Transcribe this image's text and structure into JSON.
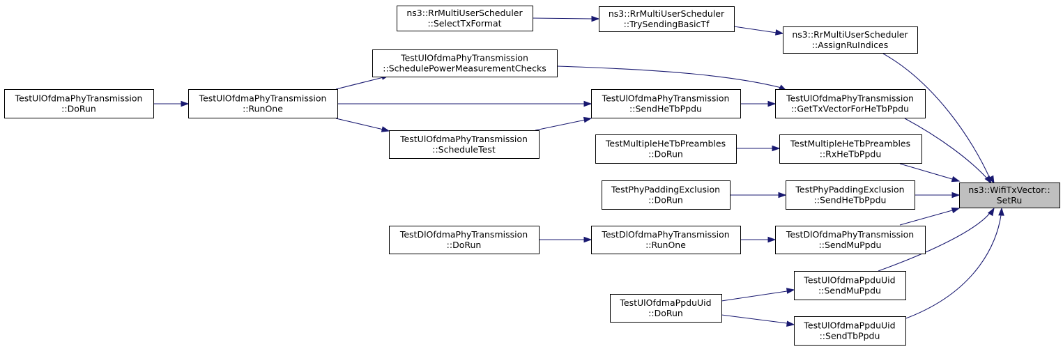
{
  "diagram": {
    "type": "caller-graph",
    "nodes": [
      {
        "id": "setru",
        "line1": "ns3::WifiTxVector::",
        "line2": "SetRu",
        "highlight": true
      },
      {
        "id": "selecttx",
        "line1": "ns3::RrMultiUserScheduler",
        "line2": "::SelectTxFormat"
      },
      {
        "id": "trysend",
        "line1": "ns3::RrMultiUserScheduler",
        "line2": "::TrySendingBasicTf"
      },
      {
        "id": "assignru",
        "line1": "ns3::RrMultiUserScheduler",
        "line2": "::AssignRuIndices"
      },
      {
        "id": "sched_pm",
        "line1": "TestUlOfdmaPhyTransmission",
        "line2": "::SchedulePowerMeasurementChecks"
      },
      {
        "id": "ul_dorun",
        "line1": "TestUlOfdmaPhyTransmission",
        "line2": "::DoRun"
      },
      {
        "id": "ul_runone",
        "line1": "TestUlOfdmaPhyTransmission",
        "line2": "::RunOne"
      },
      {
        "id": "ul_sendhetb",
        "line1": "TestUlOfdmaPhyTransmission",
        "line2": "::SendHeTbPpdu"
      },
      {
        "id": "ul_gettx",
        "line1": "TestUlOfdmaPhyTransmission",
        "line2": "::GetTxVectorForHeTbPpdu"
      },
      {
        "id": "ul_schedtest",
        "line1": "TestUlOfdmaPhyTransmission",
        "line2": "::ScheduleTest"
      },
      {
        "id": "mhe_dorun",
        "line1": "TestMultipleHeTbPreambles",
        "line2": "::DoRun"
      },
      {
        "id": "mhe_rx",
        "line1": "TestMultipleHeTbPreambles",
        "line2": "::RxHeTbPpdu"
      },
      {
        "id": "ppe_dorun",
        "line1": "TestPhyPaddingExclusion",
        "line2": "::DoRun"
      },
      {
        "id": "ppe_send",
        "line1": "TestPhyPaddingExclusion",
        "line2": "::SendHeTbPpdu"
      },
      {
        "id": "dl_dorun",
        "line1": "TestDlOfdmaPhyTransmission",
        "line2": "::DoRun"
      },
      {
        "id": "dl_runone",
        "line1": "TestDlOfdmaPhyTransmission",
        "line2": "::RunOne"
      },
      {
        "id": "dl_sendmu",
        "line1": "TestDlOfdmaPhyTransmission",
        "line2": "::SendMuPpdu"
      },
      {
        "id": "uid_sendmu",
        "line1": "TestUlOfdmaPpduUid",
        "line2": "::SendMuPpdu"
      },
      {
        "id": "uid_dorun",
        "line1": "TestUlOfdmaPpduUid",
        "line2": "::DoRun"
      },
      {
        "id": "uid_sendtb",
        "line1": "TestUlOfdmaPpduUid",
        "line2": "::SendTbPpdu"
      }
    ],
    "edges": [
      {
        "from": "selecttx",
        "to": "trysend"
      },
      {
        "from": "trysend",
        "to": "assignru"
      },
      {
        "from": "assignru",
        "to": "setru"
      },
      {
        "from": "sched_pm",
        "to": "ul_gettx"
      },
      {
        "from": "ul_runone",
        "to": "sched_pm"
      },
      {
        "from": "ul_dorun",
        "to": "ul_runone"
      },
      {
        "from": "ul_runone",
        "to": "ul_sendhetb"
      },
      {
        "from": "ul_sendhetb",
        "to": "ul_gettx"
      },
      {
        "from": "ul_gettx",
        "to": "setru"
      },
      {
        "from": "ul_runone",
        "to": "ul_schedtest"
      },
      {
        "from": "ul_schedtest",
        "to": "ul_sendhetb"
      },
      {
        "from": "mhe_dorun",
        "to": "mhe_rx"
      },
      {
        "from": "mhe_rx",
        "to": "setru"
      },
      {
        "from": "ppe_dorun",
        "to": "ppe_send"
      },
      {
        "from": "ppe_send",
        "to": "setru"
      },
      {
        "from": "dl_dorun",
        "to": "dl_runone"
      },
      {
        "from": "dl_runone",
        "to": "dl_sendmu"
      },
      {
        "from": "dl_sendmu",
        "to": "setru"
      },
      {
        "from": "uid_dorun",
        "to": "uid_sendmu"
      },
      {
        "from": "uid_dorun",
        "to": "uid_sendtb"
      },
      {
        "from": "uid_sendmu",
        "to": "setru"
      },
      {
        "from": "uid_sendtb",
        "to": "setru"
      }
    ]
  },
  "colors": {
    "edge": "#191970",
    "highlight_fill": "#bfbfbf",
    "node_fill": "#ffffff",
    "node_border": "#000000"
  }
}
